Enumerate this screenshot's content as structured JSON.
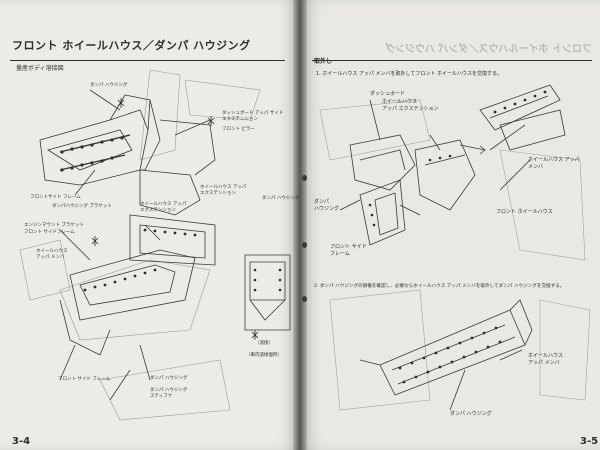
{
  "left_page": {
    "title": "フロント ホイールハウス／ダンパ ハウジング",
    "subtitle": "量産ボディ溶接図",
    "page_number": "3-4",
    "labels": [
      "ダンパ ハウジング",
      "ダッシュボード アッパ サイド",
      "エクステンション",
      "フロント ピラー",
      "ホイールハウス アッパ",
      "エクステンション",
      "フロントサイド フレーム",
      "ダンパハウジング ブラケット",
      "ホイールハウス アッパ",
      "エクステンション",
      "エンジンマウント ブラケット",
      "フロント サイドフレーム",
      "ダンパ ハウジング",
      "ホイールハウス",
      "アッパ メンバ",
      "ダンパ ハウジング",
      "フロント サイド フレーム",
      "ダンパ ハウジング",
      "スティフナ",
      "（溶接）",
      "（車内溶接個所）"
    ]
  },
  "right_page": {
    "section_title": "取外し",
    "mirror_title": "フロント ホイールハウス／ダンパ ハウジング",
    "page_number": "3-5",
    "instruction_1": "1. ホイールハウス アッパ メンバを取外してフロント ホイールハウスを交換する。",
    "instruction_2": "2. ダンパ ハウジングの損傷を確認し、必要ならホイールハウス アッパ メンバを取外してダンパ ハウジングを交換する。",
    "labels": [
      "ダッシュボード",
      "ホイールハウス",
      "アッパ エクステンション",
      "ダンパ",
      "ハウジング",
      "フロント サイド",
      "フレーム",
      "ホイールハウス アッパ",
      "メンバ",
      "フロント ホイールハウス",
      "ホイールハウス",
      "アッパ メンバ",
      "ダンパ ハウジング"
    ]
  }
}
